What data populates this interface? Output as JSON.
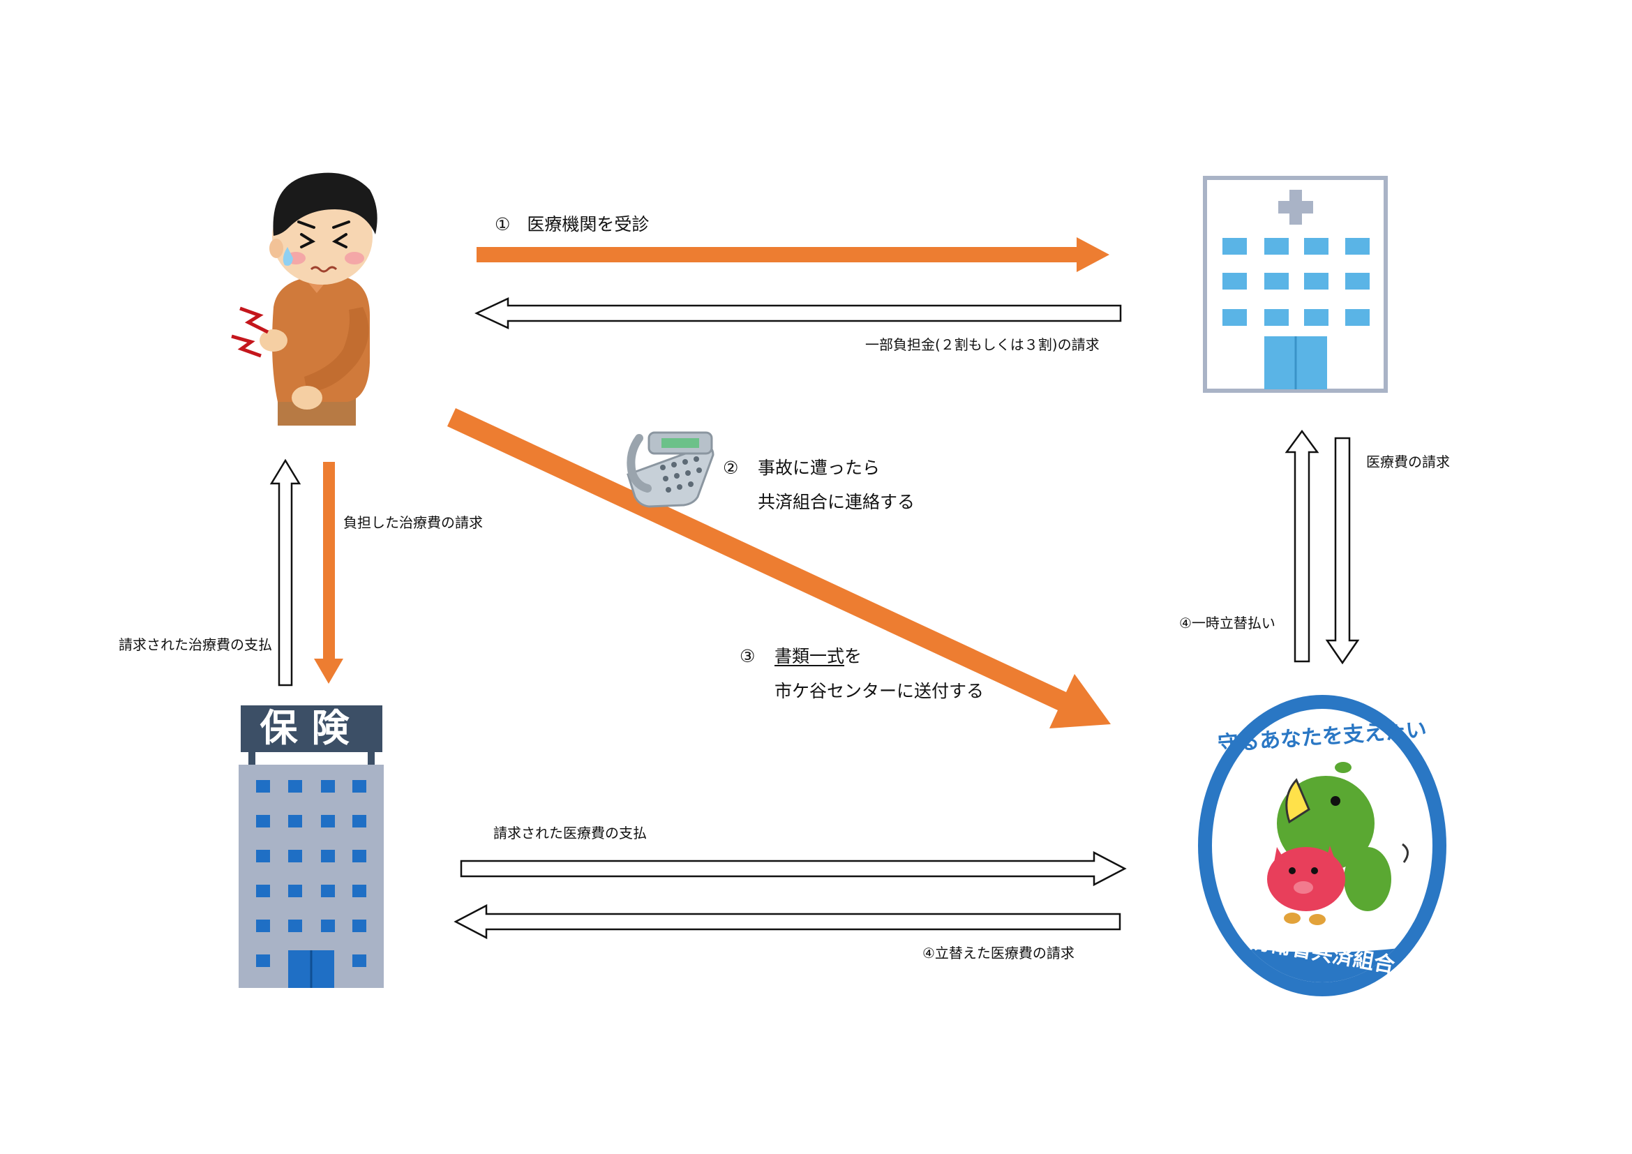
{
  "steps": {
    "step1_num": "①",
    "step1_text": "医療機関を受診",
    "step2_num": "②",
    "step2_line1": "事故に遭ったら",
    "step2_line2": "共済組合に連絡する",
    "step3_num": "③",
    "step3_underlined": "書類一式",
    "step3_suffix": "を",
    "step3_line2": "市ケ谷センターに送付する"
  },
  "labels": {
    "copay_claim": "一部負担金(２割もしくは３割)の請求",
    "medical_fee_claim": "医療費の請求",
    "temp_payment": "④一時立替払い",
    "treatment_fee_claim": "負担した治療費の請求",
    "treatment_fee_payment": "請求された治療費の支払",
    "medical_fee_payment": "請求された医療費の支払",
    "reimbursed_fee_claim": "④立替えた医療費の請求"
  },
  "insurance_sign": "保険",
  "mascot_logo": {
    "arc_text_top": "守るあなたを支えたい",
    "arc_text_bottom": "防衛省共済組合"
  },
  "colors": {
    "accent_arrow": "#ed7d31",
    "hollow_arrow_stroke": "#111111",
    "hospital_window": "#5ab4e6",
    "insurance_building": "#a9b3c6",
    "logo_blue": "#2a77c4"
  }
}
